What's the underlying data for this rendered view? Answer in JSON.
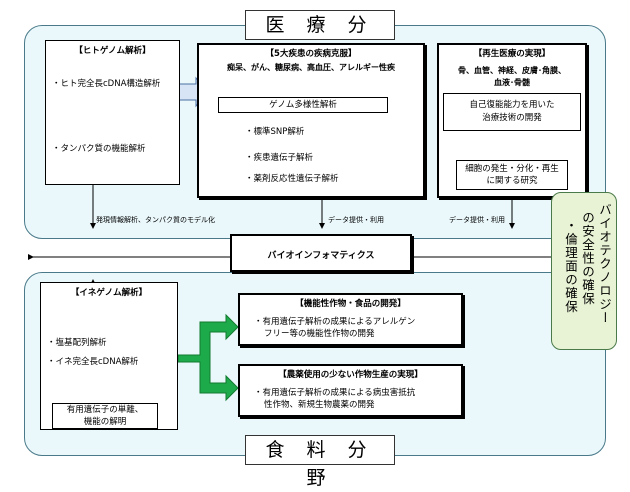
{
  "medical": {
    "title": "医 療 分 野",
    "genome_header": "【ヒトゲノム解析】",
    "genome_item1": "・ヒト完全長cDNA構造解析",
    "genome_item2": "・タンパク質の機能解析",
    "disease_header": "【5大疾患の疾病克服】",
    "disease_list": "痴呆、がん、糖尿病、高血圧、アレルギー性疾",
    "polymorphism": "ゲノム多様性解析",
    "snp": "・標準SNP解析",
    "disease_gene": "・疾患遺伝子解析",
    "drug_gene": "・薬剤反応性遺伝子解析",
    "regen_header": "【再生医療の実現】",
    "regen_list_1": "骨、血管、神経、皮膚･角膜、",
    "regen_list_2": "血液･骨髄",
    "regen_tech_1": "自己復能能力を用いた",
    "regen_tech_2": "治療技術の開発",
    "cell_research_1": "細胞の発生・分化・再生",
    "cell_research_2": "に関する研究"
  },
  "bioinformatics": {
    "label": "バイオインフォマティクス",
    "left_note": "発現情報解析、タンパク質のモデル化",
    "mid_note": "データ提供・利用",
    "right_note": "データ提供・利用"
  },
  "ethics": {
    "line1": "バイオテクノロジー",
    "line2": "の安全性の確保",
    "line3": "・倫理面の確保"
  },
  "food": {
    "title": "食 料 分 野",
    "rice_header": "【イネゲノム解析】",
    "rice_item1": "・塩基配列解析",
    "rice_item2": "・イネ完全長cDNA解析",
    "useful_gene_1": "有用遺伝子の単離、",
    "useful_gene_2": "機能の解明",
    "functional_header": "【機能性作物・食品の開発】",
    "functional_1": "・有用遺伝子解析の成果によるアレルゲン",
    "functional_2": "フリー等の機能性作物の開発",
    "lowpest_header": "【農薬使用の少ない作物生産の実現】",
    "lowpest_1": "・有用遺伝子解析の成果による病虫害抵抗",
    "lowpest_2": "性作物、新規生物農薬の開発"
  }
}
